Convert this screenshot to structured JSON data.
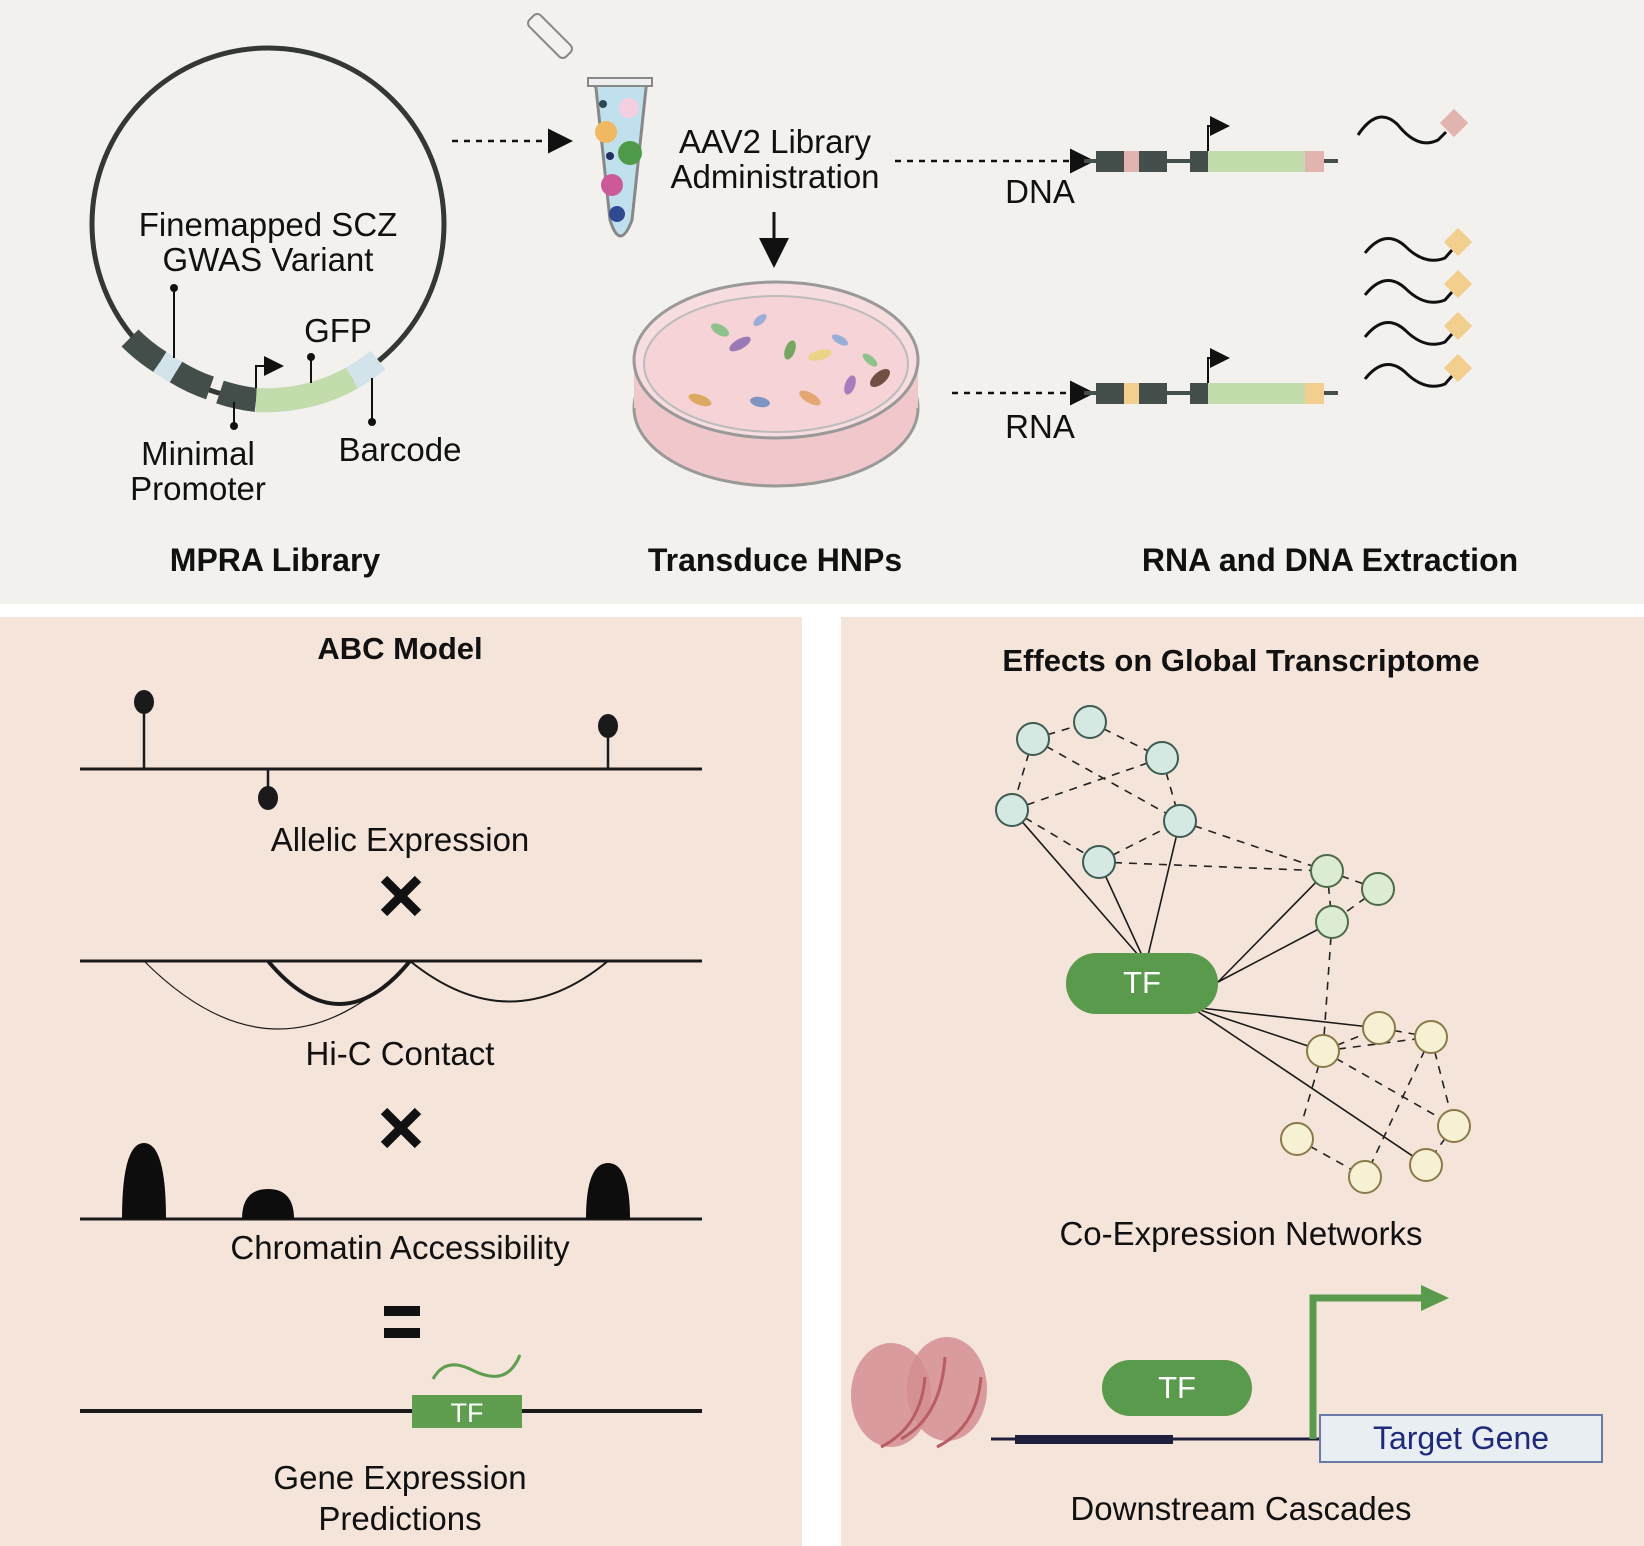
{
  "top": {
    "mpra": {
      "variant_label_line1": "Finemapped SCZ",
      "variant_label_line2": "GWAS Variant",
      "gfp_label": "GFP",
      "promoter_label_line1": "Minimal",
      "promoter_label_line2": "Promoter",
      "barcode_label": "Barcode",
      "section_title": "MPRA Library"
    },
    "transduce": {
      "aav_label_line1": "AAV2 Library",
      "aav_label_line2": "Administration",
      "section_title": "Transduce HNPs"
    },
    "extraction": {
      "dna_label": "DNA",
      "rna_label": "RNA",
      "section_title": "RNA and DNA Extraction",
      "dna_barcode_color": "#e2b4b0",
      "rna_barcode_color": "#f2cf8f",
      "gfp_color": "#c2dcab",
      "element_color": "#444f4b",
      "dna_molecule_count": 1,
      "rna_molecule_count": 4
    }
  },
  "abc": {
    "title": "ABC Model",
    "allelic_label": "Allelic Expression",
    "multiply_symbol_1": "✕",
    "hic_label": "Hi-C Contact",
    "multiply_symbol_2": "✕",
    "chromatin_label": "Chromatin Accessibility",
    "equals_symbol": "=",
    "tf_label": "TF",
    "prediction_label_line1": "Gene Expression",
    "prediction_label_line2": "Predictions",
    "tf_color": "#5e9e4e"
  },
  "network": {
    "title": "Effects on Global Transcriptome",
    "hub_label": "TF",
    "coexpression_label": "Co-Expression Networks",
    "cascade_tf_label": "TF",
    "target_gene_label": "Target Gene",
    "cascade_label": "Downstream Cascades",
    "cluster_colors": {
      "teal": "#d6e8e2",
      "green": "#dcebd3",
      "yellow": "#f7f1d4"
    },
    "hub_color": "#5a9a4c"
  }
}
